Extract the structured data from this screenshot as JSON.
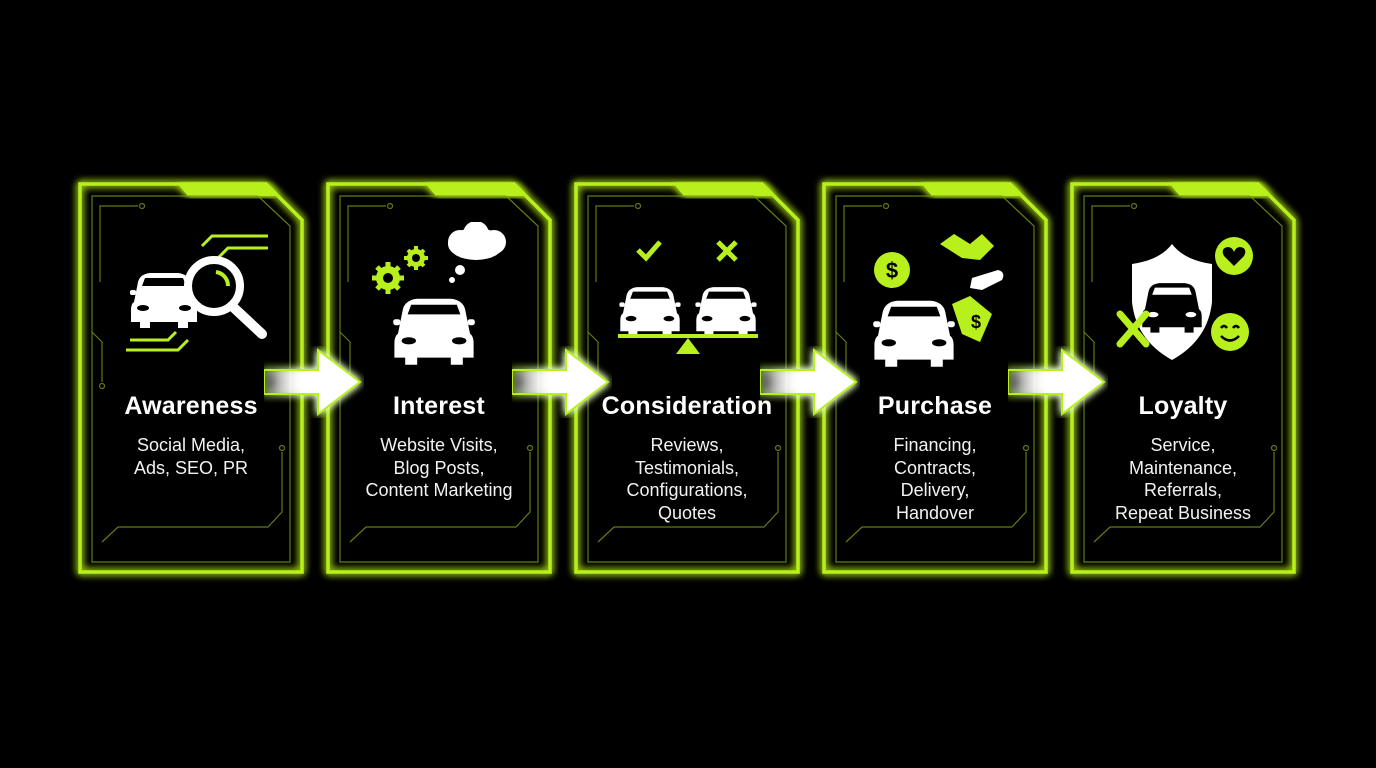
{
  "accent_color": "#b8f01e",
  "background_color": "#000000",
  "stages": [
    {
      "title": "Awareness",
      "lines": [
        "Social Media,",
        "Ads, SEO, PR"
      ],
      "icon": "car-magnifier-icon"
    },
    {
      "title": "Interest",
      "lines": [
        "Website Visits,",
        "Blog Posts,",
        "Content Marketing"
      ],
      "icon": "car-thought-gears-icon"
    },
    {
      "title": "Consideration",
      "lines": [
        "Reviews,",
        "Testimonials,",
        "Configurations,",
        "Quotes"
      ],
      "icon": "car-comparison-scale-icon"
    },
    {
      "title": "Purchase",
      "lines": [
        "Financing,",
        "Contracts,",
        "Delivery,",
        "Handover"
      ],
      "icon": "car-handshake-price-tag-icon"
    },
    {
      "title": "Loyalty",
      "lines": [
        "Service,",
        "Maintenance,",
        "Referrals,",
        "Repeat Business"
      ],
      "icon": "shield-car-heart-smile-icon"
    }
  ]
}
